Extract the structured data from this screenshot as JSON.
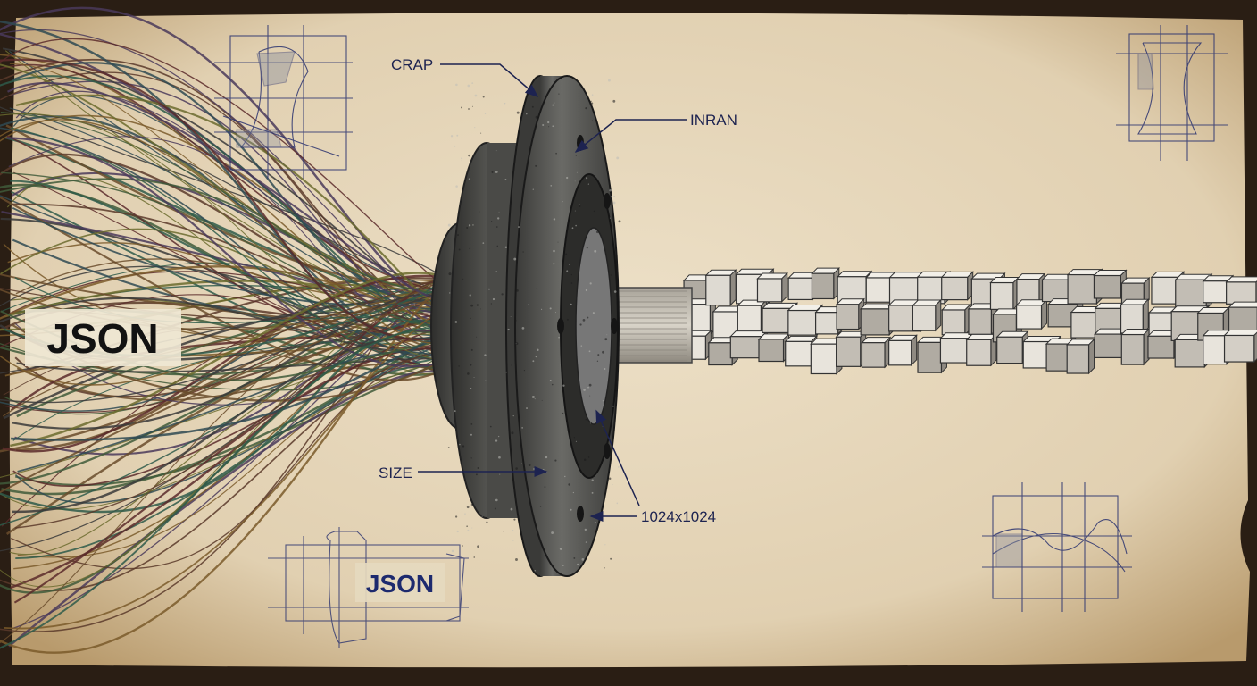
{
  "labels": {
    "top_left": "CRAP",
    "top_right": "INRAN",
    "left": "SIZE",
    "bottom": "1024x1024"
  },
  "tags": {
    "main": "JSON",
    "sketch": "JSON"
  },
  "colors": {
    "paper": "#e6d7bc",
    "ink": "#1d2a6e",
    "flange": "#4a4a48"
  }
}
